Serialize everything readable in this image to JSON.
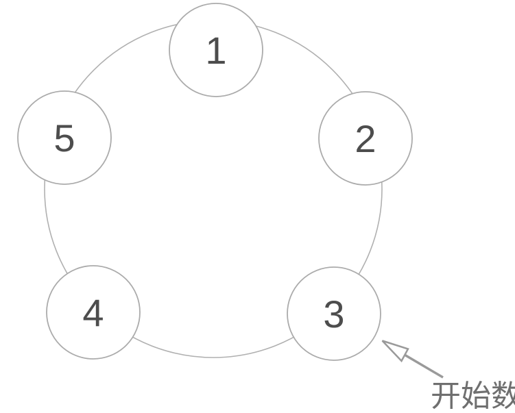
{
  "diagram": {
    "type": "circular-counting-diagram",
    "nodes": [
      {
        "label": "1"
      },
      {
        "label": "2"
      },
      {
        "label": "3"
      },
      {
        "label": "4"
      },
      {
        "label": "5"
      }
    ],
    "annotation": {
      "label": "开始数",
      "target_node": "3"
    },
    "colors": {
      "background": "#ffffff",
      "circle_stroke": "#ababab",
      "node_fill": "#ffffff",
      "number_text": "#4d4d4d",
      "arrow": "#9a9a9a",
      "annotation_text": "#6f6f6f"
    }
  }
}
